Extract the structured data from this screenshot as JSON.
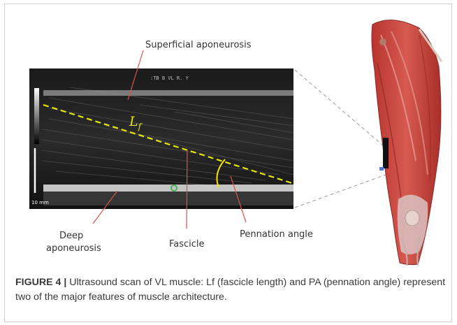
{
  "figure": {
    "labels": {
      "superficial": "Superficial aponeurosis",
      "deep_line1": "Deep",
      "deep_line2": "aponeurosis",
      "fascicle": "Fascicle",
      "pennation": "Pennation angle",
      "lf_main": "L",
      "lf_sub": "f",
      "scale": "10 mm",
      "scanner_header": ":TB   B VL    R.    Y"
    },
    "colors": {
      "callout_line": "#d9534f",
      "lf_dashed": "#e6e600",
      "angle_arc": "#f2e600",
      "muscle_red": "#c9443e",
      "marker_green": "#4caf50"
    }
  },
  "caption": {
    "label": "FIGURE 4 |",
    "text": " Ultrasound scan of VL muscle: Lf (fascicle length) and PA (pennation angle) represent two of the major features of muscle architecture."
  }
}
